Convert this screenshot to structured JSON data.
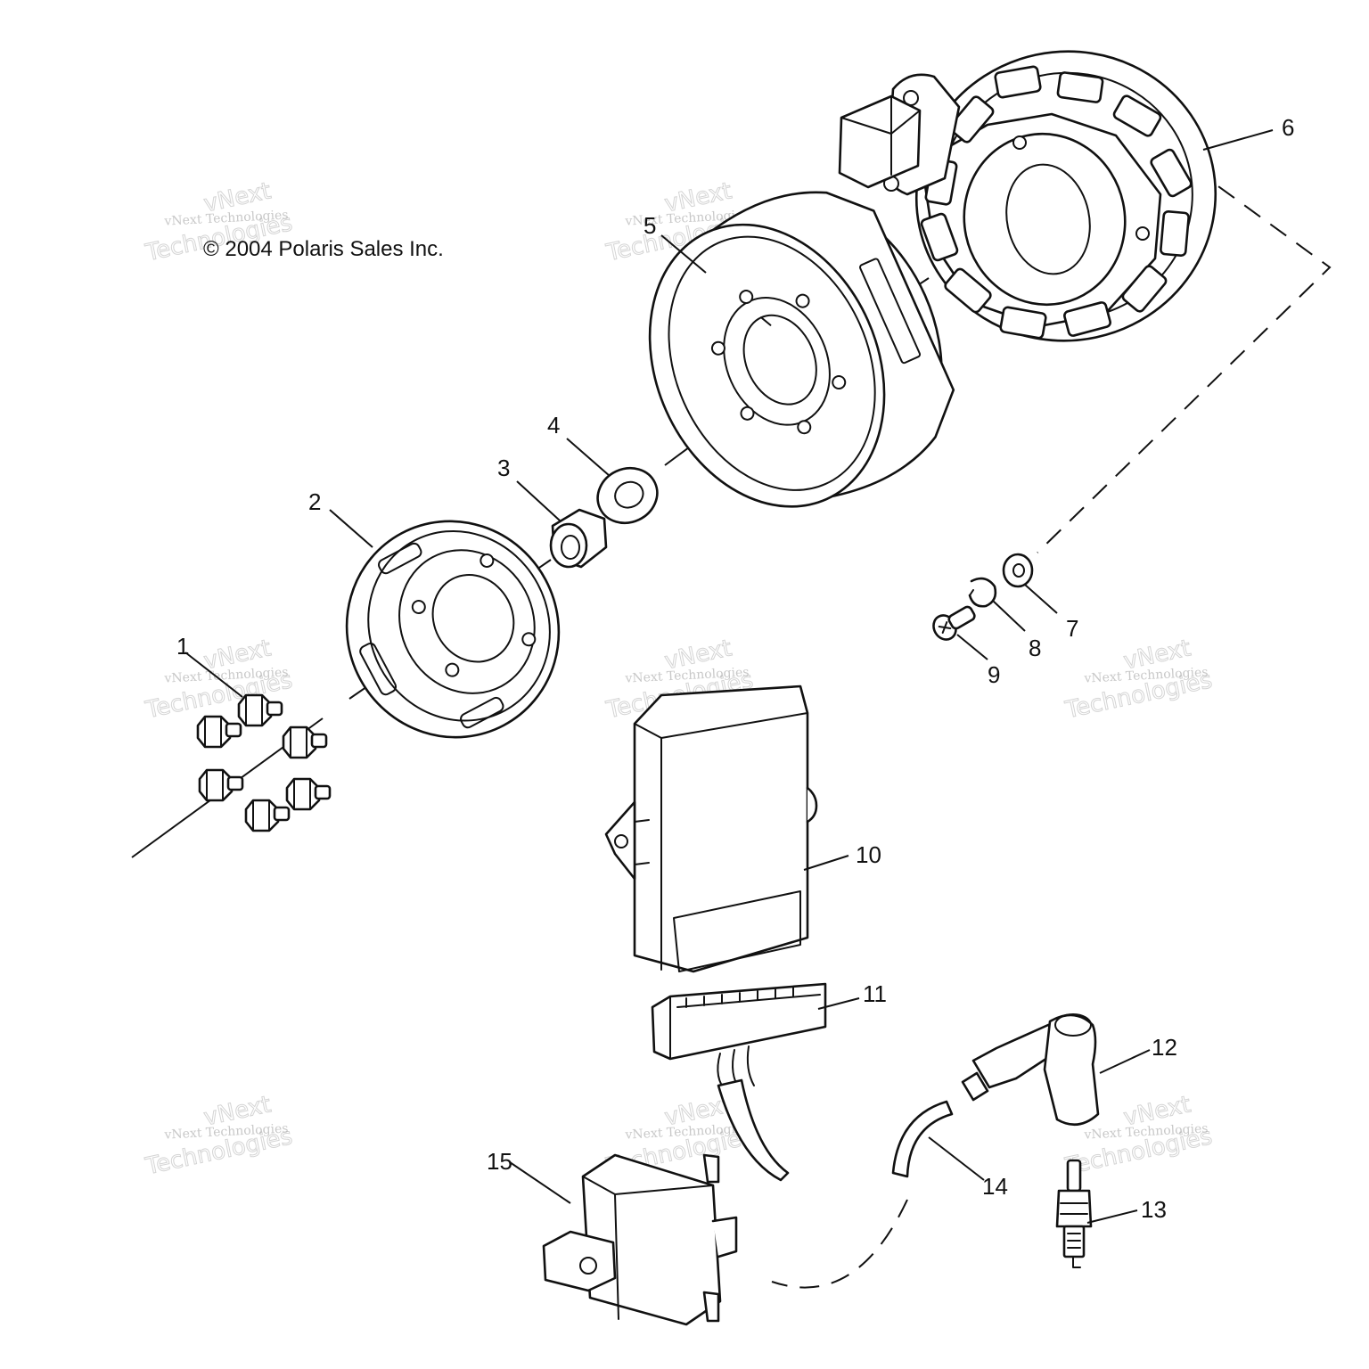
{
  "copyright": "© 2004 Polaris Sales Inc.",
  "callouts": [
    "1",
    "2",
    "3",
    "4",
    "5",
    "6",
    "7",
    "8",
    "9",
    "10",
    "11",
    "12",
    "13",
    "14",
    "15"
  ],
  "watermark": {
    "line_small": "vNext Technologies",
    "word_top": "vNext",
    "word_big": "Technologies"
  },
  "colors": {
    "ink": "#111111",
    "paper": "#ffffff",
    "watermark": "#a0a0a0"
  }
}
